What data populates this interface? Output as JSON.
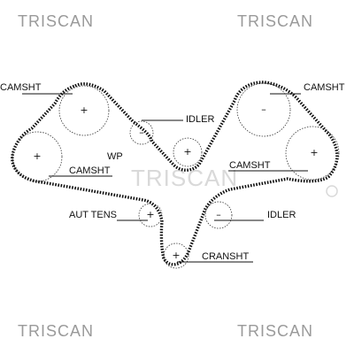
{
  "brand": {
    "name": "TRISCAN",
    "watermark": "TRISCAN"
  },
  "labels": {
    "camshaft_top_left": "CAMSHT",
    "camshaft_top_right": "CAMSHT",
    "idler_top": "IDLER",
    "water_pump": "WP",
    "camshaft_mid_left": "CAMSHT",
    "camshaft_mid_right": "CAMSHT",
    "auto_tensioner": "AUT TENS",
    "idler_bottom": "IDLER",
    "crankshaft": "CRANSHT"
  },
  "pulley_signs": {
    "camshaft_top_left": "+",
    "camshaft_left": "+",
    "idler_top": "–",
    "water_pump": "+",
    "camshaft_top_right": "–",
    "camshaft_right": "+",
    "auto_tensioner": "+",
    "idler_bottom": "–",
    "crankshaft": "+"
  },
  "colors": {
    "belt": "#111111",
    "pulley_outline": "#333333",
    "brand_text": "#9a9a9a",
    "watermark": "#d9d9d9"
  }
}
